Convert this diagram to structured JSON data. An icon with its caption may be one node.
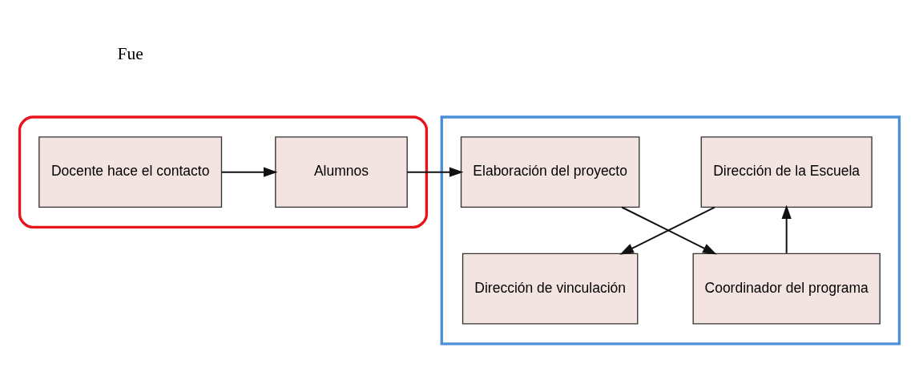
{
  "diagram": {
    "nodes": [
      {
        "text": [],
        "shape": "box"
      },
      {
        "text": [
          "Docente hace el contacto"
        ],
        "in": 0
      },
      {
        "text": [
          "Alumnos"
        ],
        "in": 0
      },
      {
        "text": [],
        "shape": "box"
      },
      {
        "text": [
          "Elaboración del proyecto"
        ],
        "in": 3
      },
      {
        "text": [
          "Coordinador del programa"
        ],
        "in": 3
      },
      {
        "text": [
          "Dirección de vinculación"
        ],
        "in": 3
      },
      {
        "text": [
          "Dirección de la Escuela"
        ],
        "in": 3
      }
    ],
    "edges": [
      {
        "from": 1,
        "to": 2,
        "arrow": "to"
      },
      {
        "from": 2,
        "to": 4,
        "arrow": "to"
      },
      {
        "from": 4,
        "to": 5,
        "arrow": "to"
      },
      {
        "from": 5,
        "to": 7,
        "arrow": "to"
      },
      {
        "from": 7,
        "to": 6,
        "arrow": "to"
      }
    ],
    "labels": [
      "Fue"
    ]
  }
}
